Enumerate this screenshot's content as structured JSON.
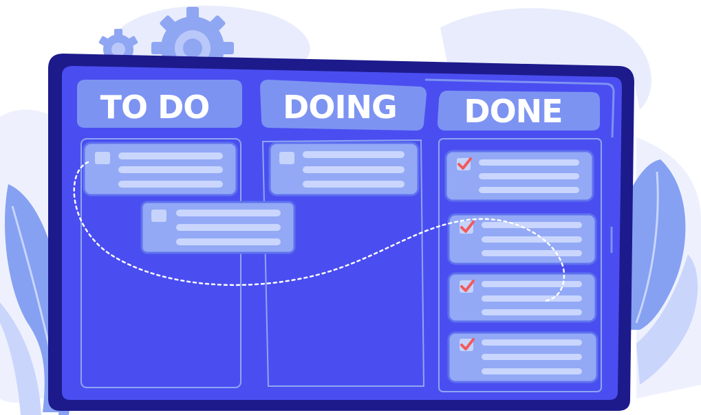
{
  "board": {
    "columns": [
      {
        "title": "TO DO"
      },
      {
        "title": "DOING"
      },
      {
        "title": "DONE"
      }
    ]
  },
  "palette": {
    "frame": "#1d1a8c",
    "screen": "#4a4ef0",
    "header": "#7d93f2",
    "card": "#93a9f6",
    "line": "#cad6fd",
    "checkbox": "#c6d4fb",
    "check": "#f25a5a",
    "blob": "#e8ecfc",
    "gear": "#8fa6f3",
    "leaf": "#86a1f2",
    "leaf_light": "#c9d5fb"
  },
  "icons": {
    "gears": "gear-icon",
    "check": "check-icon",
    "plant": "leaf-icon"
  }
}
